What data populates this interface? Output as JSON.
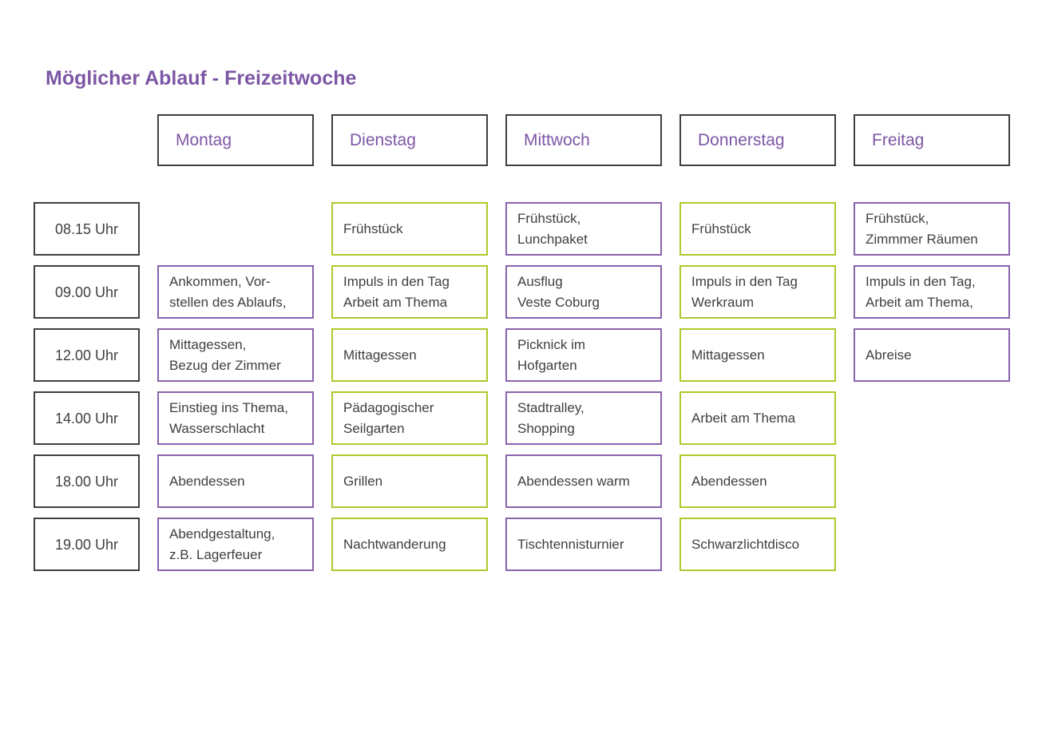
{
  "title": "Möglicher Ablauf - Freizeitwoche",
  "colors": {
    "title_text": "#7d57a5",
    "day_header_text": "#7d57a5",
    "cell_text": "#3f3f3f",
    "neutral_border": "#3f3f3f",
    "purple_border": "#8a63ad",
    "green_border": "#b2c72b",
    "background": "#ffffff"
  },
  "days": [
    "Montag",
    "Dienstag",
    "Mittwoch",
    "Donnerstag",
    "Freitag"
  ],
  "schedule": [
    {
      "time": "08.15 Uhr",
      "cells": [
        null,
        {
          "text": "Frühstück",
          "accent": "green"
        },
        {
          "text": "Frühstück,\nLunchpaket",
          "accent": "purple"
        },
        {
          "text": "Frühstück",
          "accent": "green"
        },
        {
          "text": "Frühstück,\nZimmmer Räumen",
          "accent": "purple"
        }
      ]
    },
    {
      "time": "09.00 Uhr",
      "cells": [
        {
          "text": "Ankommen, Vor-\nstellen des Ablaufs,",
          "accent": "purple"
        },
        {
          "text": "Impuls in den Tag\nArbeit am Thema",
          "accent": "green"
        },
        {
          "text": "Ausflug\nVeste Coburg",
          "accent": "purple"
        },
        {
          "text": "Impuls in den Tag\nWerkraum",
          "accent": "green"
        },
        {
          "text": "Impuls in den Tag,\nArbeit am Thema,",
          "accent": "purple"
        }
      ]
    },
    {
      "time": "12.00 Uhr",
      "cells": [
        {
          "text": "Mittagessen,\nBezug der Zimmer",
          "accent": "purple"
        },
        {
          "text": "Mittagessen",
          "accent": "green"
        },
        {
          "text": "Picknick im\nHofgarten",
          "accent": "purple"
        },
        {
          "text": "Mittagessen",
          "accent": "green"
        },
        {
          "text": "Abreise",
          "accent": "purple"
        }
      ]
    },
    {
      "time": "14.00 Uhr",
      "cells": [
        {
          "text": "Einstieg ins Thema,\nWasserschlacht",
          "accent": "purple"
        },
        {
          "text": "Pädagogischer\nSeilgarten",
          "accent": "green"
        },
        {
          "text": "Stadtralley,\nShopping",
          "accent": "purple"
        },
        {
          "text": "Arbeit am Thema",
          "accent": "green"
        },
        null
      ]
    },
    {
      "time": "18.00 Uhr",
      "cells": [
        {
          "text": "Abendessen",
          "accent": "purple"
        },
        {
          "text": "Grillen",
          "accent": "green"
        },
        {
          "text": "Abendessen warm",
          "accent": "purple"
        },
        {
          "text": "Abendessen",
          "accent": "green"
        },
        null
      ]
    },
    {
      "time": "19.00 Uhr",
      "cells": [
        {
          "text": "Abendgestaltung,\nz.B. Lagerfeuer",
          "accent": "purple"
        },
        {
          "text": "Nachtwanderung",
          "accent": "green"
        },
        {
          "text": "Tischtennisturnier",
          "accent": "purple"
        },
        {
          "text": "Schwarzlichtdisco",
          "accent": "green"
        },
        null
      ]
    }
  ]
}
